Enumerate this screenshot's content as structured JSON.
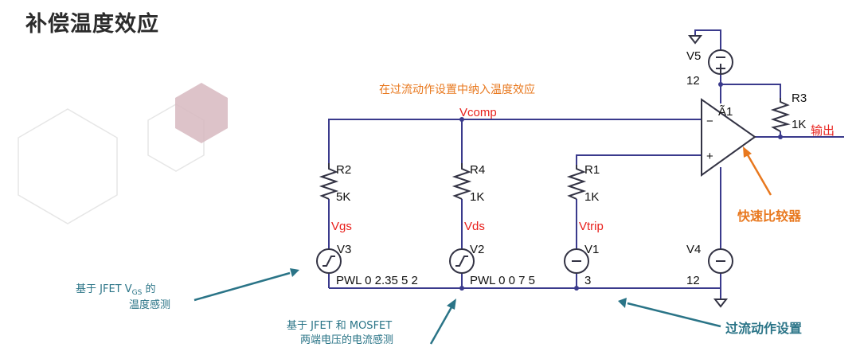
{
  "title": "补偿温度效应",
  "colors": {
    "wire": "#3a3a8c",
    "red_label": "#e8201c",
    "orange": "#e8781e",
    "teal": "#2a7487",
    "hex_fill": "#d7b9bf"
  },
  "annotations": {
    "top_note": "在过流动作设置中纳入温度效应",
    "comparator": "快速比较器",
    "trip_setting": "过流动作设置",
    "vgs_sense": {
      "line1_prefix": "基于 JFET V",
      "line1_sub": "GS",
      "line1_suffix": " 的",
      "line2": "温度感测"
    },
    "mosfet_sense": {
      "line1": "基于 JFET 和 MOSFET",
      "line2": "两端电压的电流感测"
    }
  },
  "nodes": {
    "vcomp": "Vcomp",
    "vgs": "Vgs",
    "vds": "Vds",
    "vtrip": "Vtrip",
    "output": "输出"
  },
  "components": {
    "r2": {
      "name": "R2",
      "value": "5K"
    },
    "r4": {
      "name": "R4",
      "value": "1K"
    },
    "r1": {
      "name": "R1",
      "value": "1K"
    },
    "r3": {
      "name": "R3",
      "value": "1K"
    },
    "v3": {
      "name": "V3",
      "value": "PWL 0 2.35 5 2"
    },
    "v2": {
      "name": "V2",
      "value": "PWL 0 0 7 5"
    },
    "v1": {
      "name": "V1",
      "value": "3"
    },
    "v4": {
      "name": "V4",
      "value": "12"
    },
    "v5": {
      "name": "V5",
      "value": "12"
    },
    "a1": {
      "name": "Ã1",
      "minus": "−",
      "plus": "+"
    }
  }
}
